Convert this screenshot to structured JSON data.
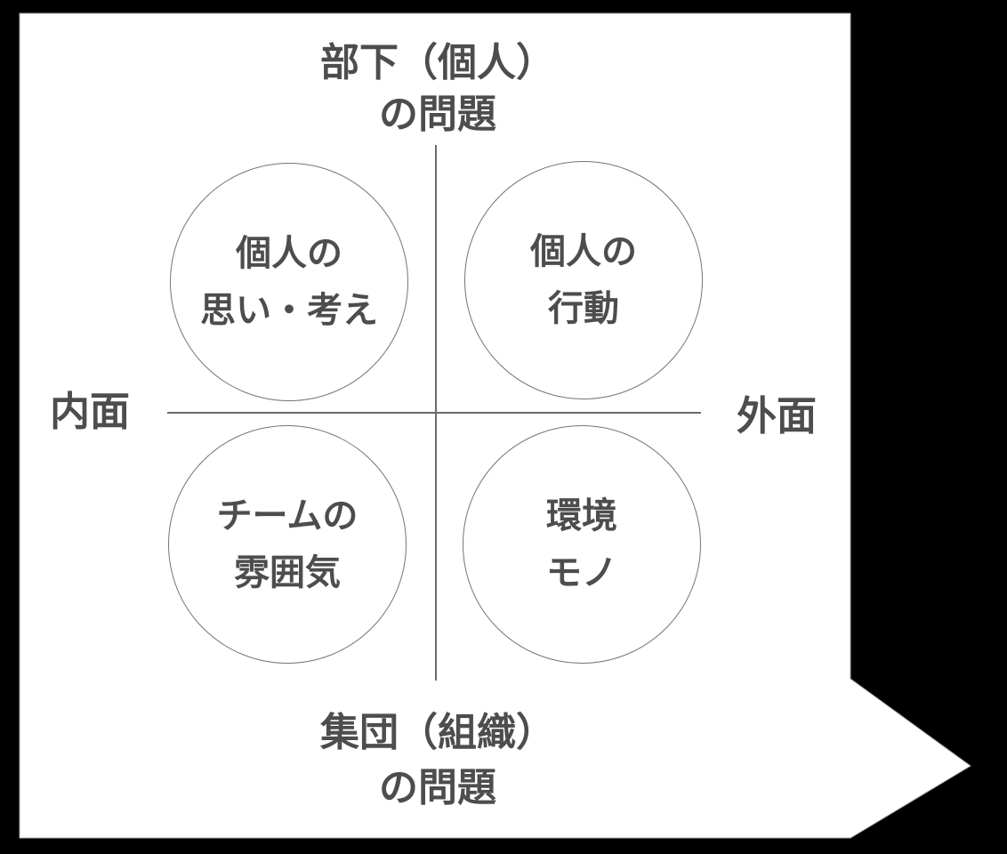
{
  "colors": {
    "background": "#000000",
    "panel": "#ffffff",
    "panel_border": "#a6a6a6",
    "text": "#4d4d4d",
    "line": "#6b6b6b",
    "circle_stroke": "#757575",
    "highlight": "#cfe2f3"
  },
  "diagram": {
    "top_axis_label": {
      "highlighted_part": "部下",
      "rest_part": "（個人）",
      "line2": "の問題"
    },
    "bottom_axis_label": {
      "line1": "集団（組織）",
      "line2": "の問題"
    },
    "left_axis_label": "内面",
    "right_axis_label": "外面",
    "quadrants": {
      "top_left": {
        "line1": "個人の",
        "line2": "思い・考え"
      },
      "top_right": {
        "line1": "個人の",
        "line2": "行動"
      },
      "bottom_left": {
        "line1": "チームの",
        "line2": "雰囲気"
      },
      "bottom_right": {
        "line1": "環境",
        "line2": "モノ"
      }
    }
  }
}
